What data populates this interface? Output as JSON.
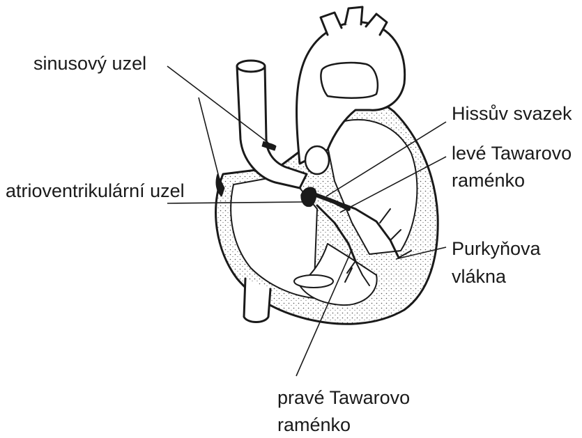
{
  "labels": {
    "sinus_node": "sinusový uzel",
    "av_node": "atrioventrikulární uzel",
    "his_bundle": "Hissův svazek",
    "left_bundle_line1": "levé Tawarovo",
    "left_bundle_line2": "raménko",
    "purkinje_line1": "Purkyňova",
    "purkinje_line2": "vlákna",
    "right_bundle_line1": "pravé Tawarovo",
    "right_bundle_line2": "raménko"
  },
  "colors": {
    "ink": "#1a1a1a",
    "background": "#ffffff",
    "stipple": "#555555"
  }
}
